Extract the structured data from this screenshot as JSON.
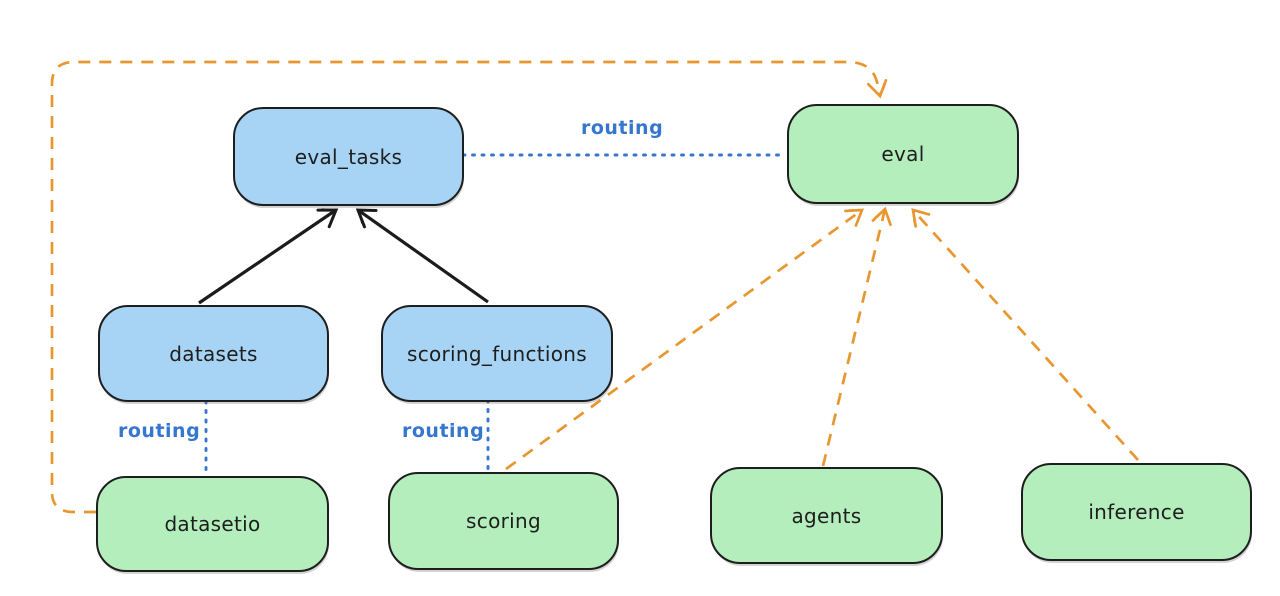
{
  "diagram": {
    "background": "#ffffff"
  },
  "nodes": [
    {
      "id": "eval_tasks",
      "label": "eval_tasks",
      "fill": "blue"
    },
    {
      "id": "eval",
      "label": "eval",
      "fill": "green"
    },
    {
      "id": "datasets",
      "label": "datasets",
      "fill": "blue"
    },
    {
      "id": "scoring_functions",
      "label": "scoring_functions",
      "fill": "blue"
    },
    {
      "id": "datasetio",
      "label": "datasetio",
      "fill": "green"
    },
    {
      "id": "scoring",
      "label": "scoring",
      "fill": "green"
    },
    {
      "id": "agents",
      "label": "agents",
      "fill": "green"
    },
    {
      "id": "inference",
      "label": "inference",
      "fill": "green"
    }
  ],
  "edges": [
    {
      "from": "datasets",
      "to": "eval_tasks",
      "style": "solid",
      "color": "black",
      "arrow": true
    },
    {
      "from": "scoring_functions",
      "to": "eval_tasks",
      "style": "solid",
      "color": "black",
      "arrow": true
    },
    {
      "from": "eval_tasks",
      "to": "eval",
      "style": "dotted",
      "color": "blue",
      "arrow": false,
      "label": "routing"
    },
    {
      "from": "datasets",
      "to": "datasetio",
      "style": "dotted",
      "color": "blue",
      "arrow": false,
      "label": "routing"
    },
    {
      "from": "scoring_functions",
      "to": "scoring",
      "style": "dotted",
      "color": "blue",
      "arrow": false,
      "label": "routing"
    },
    {
      "from": "datasetio",
      "to": "eval",
      "style": "dashed",
      "color": "orange",
      "arrow": true
    },
    {
      "from": "scoring",
      "to": "eval",
      "style": "dashed",
      "color": "orange",
      "arrow": true
    },
    {
      "from": "agents",
      "to": "eval",
      "style": "dashed",
      "color": "orange",
      "arrow": true
    },
    {
      "from": "inference",
      "to": "eval",
      "style": "dashed",
      "color": "orange",
      "arrow": true
    }
  ],
  "colors": {
    "blue_node_fill": "#a7d4f4",
    "green_node_fill": "#b4eebc",
    "node_border": "#1e1e1e",
    "orange_edge": "#e8962f",
    "blue_edge": "#3677cd",
    "black_edge": "#1b1b1b"
  }
}
